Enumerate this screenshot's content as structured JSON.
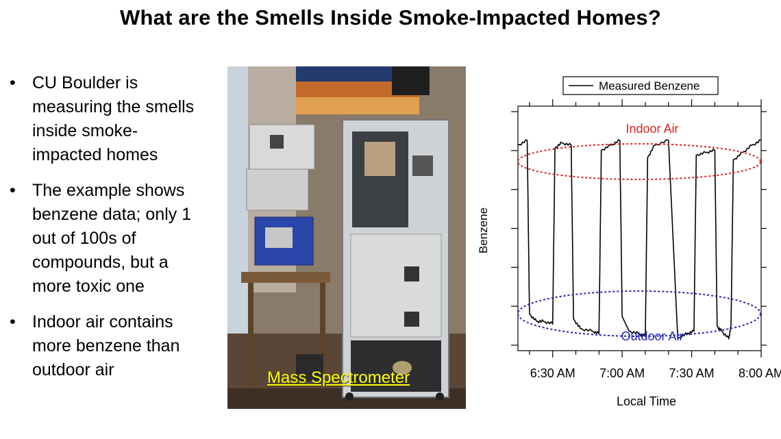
{
  "slide": {
    "title": "What are the Smells Inside Smoke-Impacted Homes?",
    "bullets": [
      "CU Boulder is measuring the smells inside smoke-impacted homes",
      "The example shows benzene data; only 1 out of 100s of compounds, but a more toxic one",
      "Indoor air contains more benzene than outdoor air"
    ],
    "bullet_lines": [
      [
        "CU Boulder is",
        "measuring the smells",
        "inside smoke-",
        "impacted homes"
      ],
      [
        "The example shows",
        "benzene data; only 1",
        "out of 100s of",
        "compounds, but a",
        "more toxic one"
      ],
      [
        "Indoor air contains",
        "more benzene than",
        "outdoor air"
      ]
    ],
    "photo_caption": "Mass Spectrometer"
  },
  "chart_data": {
    "type": "line",
    "title": "",
    "xlabel": "Local Time",
    "ylabel": "Benzene",
    "x_tick_labels": [
      "6:30 AM",
      "7:00 AM",
      "7:30 AM",
      "8:00 AM"
    ],
    "x_range": [
      "6:15 AM",
      "8:00 AM"
    ],
    "legend": {
      "position": "top",
      "entries": [
        "Measured Benzene"
      ]
    },
    "annotations": [
      {
        "text": "Indoor Air",
        "color": "#dd2222"
      },
      {
        "text": "Outdoor Air",
        "color": "#2222bb"
      }
    ],
    "series": [
      {
        "name": "Measured Benzene",
        "color": "#000000",
        "points": [
          [
            "6:15",
            0.84
          ],
          [
            "6:19",
            0.86
          ],
          [
            "6:20",
            0.15
          ],
          [
            "6:23",
            0.12
          ],
          [
            "6:26",
            0.12
          ],
          [
            "6:30",
            0.11
          ],
          [
            "6:31",
            0.83
          ],
          [
            "6:34",
            0.85
          ],
          [
            "6:38",
            0.84
          ],
          [
            "6:39",
            0.13
          ],
          [
            "6:42",
            0.09
          ],
          [
            "6:47",
            0.08
          ],
          [
            "6:50",
            0.07
          ],
          [
            "6:51",
            0.82
          ],
          [
            "6:55",
            0.84
          ],
          [
            "6:59",
            0.86
          ],
          [
            "7:00",
            0.14
          ],
          [
            "7:03",
            0.08
          ],
          [
            "7:07",
            0.07
          ],
          [
            "7:10",
            0.06
          ],
          [
            "7:11",
            0.79
          ],
          [
            "7:14",
            0.84
          ],
          [
            "7:20",
            0.86
          ],
          [
            "7:24",
            0.05
          ],
          [
            "7:28",
            0.07
          ],
          [
            "7:31",
            0.08
          ],
          [
            "7:32",
            0.8
          ],
          [
            "7:36",
            0.81
          ],
          [
            "7:40",
            0.82
          ],
          [
            "7:41",
            0.1
          ],
          [
            "7:43",
            0.08
          ],
          [
            "7:46",
            0.05
          ],
          [
            "7:47",
            0.1
          ],
          [
            "7:48",
            0.78
          ],
          [
            "7:52",
            0.81
          ],
          [
            "7:56",
            0.84
          ],
          [
            "8:00",
            0.86
          ]
        ]
      }
    ],
    "ylim": [
      0,
      1
    ],
    "y_tick_count": 7,
    "y_tick_labels_shown": false
  }
}
